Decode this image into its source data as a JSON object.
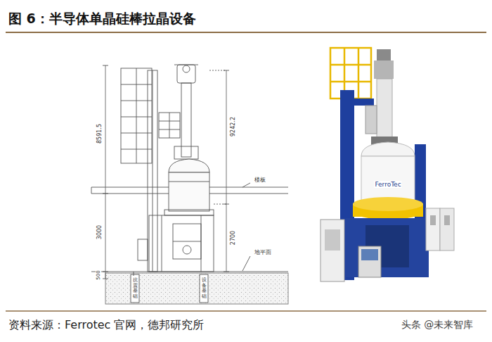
{
  "diagram": {
    "title": "图 6：半导体单晶硅棒拉晶设备",
    "caption": "资料来源：Ferrotec 官网，德邦研究所",
    "labels": [
      "8591.5",
      "9242.2",
      "楼板",
      "3000",
      "2700",
      "地平面",
      "500",
      "抗震基础",
      "设备基础",
      "FerroTec",
      "头条 @未来智库"
    ]
  }
}
